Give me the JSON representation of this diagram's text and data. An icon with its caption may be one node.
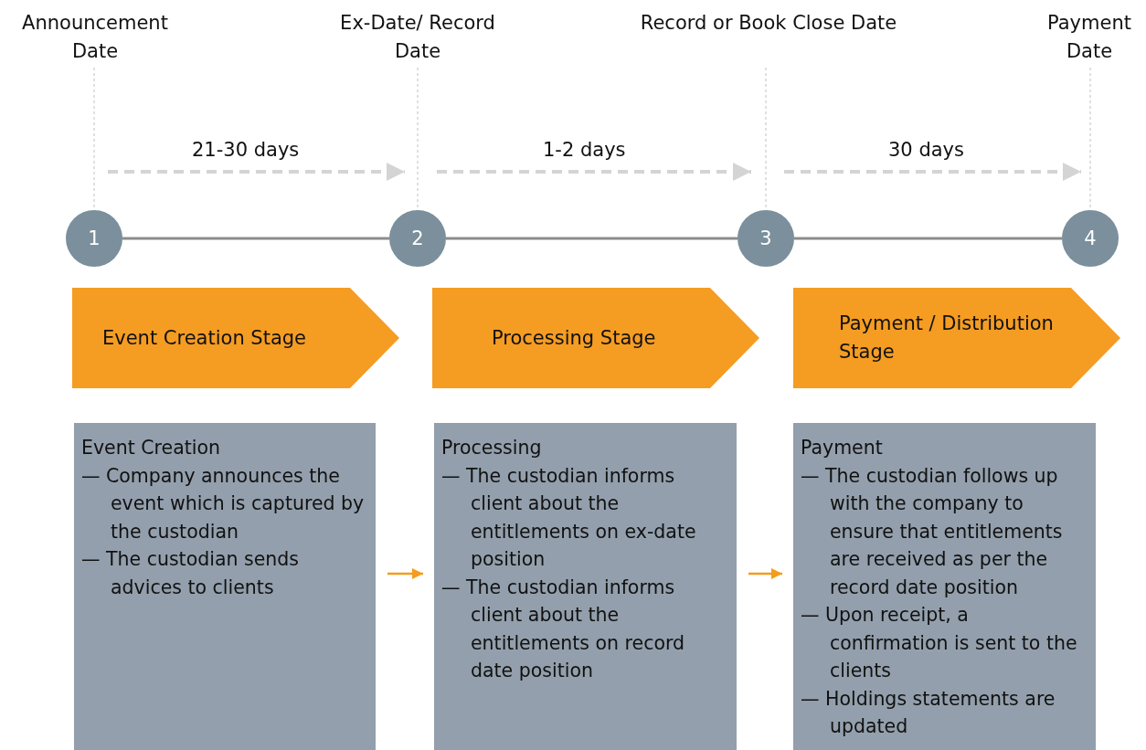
{
  "diagram": {
    "nodes": [
      {
        "text": [
          "Announcement Date"
        ]
      },
      {
        "text": [
          "Ex-Date/ Record Date"
        ]
      },
      {
        "text": [
          "Record or Book Close Date"
        ]
      },
      {
        "text": [
          "Payment Date"
        ]
      },
      {
        "text": [
          "1"
        ]
      },
      {
        "text": [
          "2"
        ]
      },
      {
        "text": [
          "3"
        ]
      },
      {
        "text": [
          "4"
        ]
      },
      {
        "text": [
          "Event Creation Stage"
        ]
      },
      {
        "text": [
          "Processing Stage"
        ]
      },
      {
        "text": [
          "Payment / Distribution Stage"
        ]
      },
      {
        "text": [
          "Event Creation",
          "— Company announces the event which is captured by the custodian",
          "— The custodian sends advices to clients"
        ]
      },
      {
        "text": [
          "Processing",
          "— The custodian informs client about the entitlements on ex-date position",
          "— The custodian informs client about the entitlements on record date position"
        ]
      },
      {
        "text": [
          "Payment",
          "— The custodian follows up with the company to ensure that entitlements are received as per the record date position",
          "— Upon receipt, a confirmation is sent to the clients",
          "— Holdings statements are updated"
        ]
      }
    ],
    "edges": [
      {
        "from": 0,
        "to": 4,
        "arrow": "none",
        "style": "dashed",
        "color": "#cccccc"
      },
      {
        "from": 1,
        "to": 5,
        "arrow": "none",
        "style": "dashed",
        "color": "#cccccc"
      },
      {
        "from": 2,
        "to": 6,
        "arrow": "none",
        "style": "dashed",
        "color": "#cccccc"
      },
      {
        "from": 3,
        "to": 7,
        "arrow": "none",
        "style": "dashed",
        "color": "#cccccc"
      },
      {
        "from": 4,
        "to": 5,
        "arrow": "none"
      },
      {
        "from": 5,
        "to": 6,
        "arrow": "none"
      },
      {
        "from": 6,
        "to": 7,
        "arrow": "none"
      },
      {
        "from": 11,
        "to": 12,
        "arrow": "to",
        "color": "#f39c1e"
      },
      {
        "from": 12,
        "to": 13,
        "arrow": "to",
        "color": "#f39c1e"
      }
    ],
    "labels": [
      "21-30 days",
      "1-2 days",
      "30 days"
    ]
  }
}
